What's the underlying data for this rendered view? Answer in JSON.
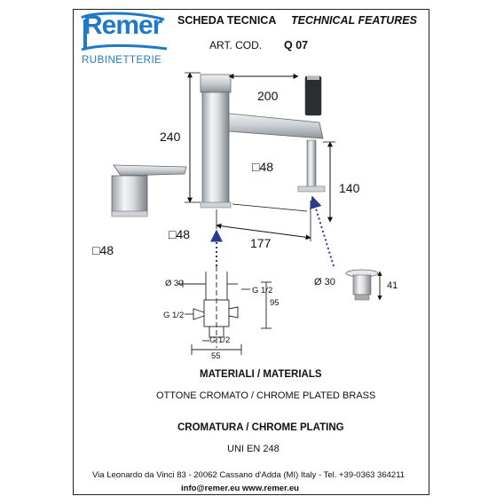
{
  "brand": {
    "name": "Remer",
    "subtitle": "RUBINETTERIE"
  },
  "header": {
    "title_it": "SCHEDA TECNICA",
    "title_en": "TECHNICAL FEATURES",
    "art_label": "ART. COD.",
    "art_code": "Q 07"
  },
  "dimensions": {
    "height": "240",
    "spout_length": "200",
    "spout_height": "140",
    "spacing": "177",
    "sq_spout": "48",
    "sq_body": "48",
    "sq_lever": "48",
    "waste_dia": "Ø 30",
    "waste_h": "41",
    "square_symbol": "□"
  },
  "detail": {
    "dia": "Ø 30",
    "g1": "G 1/2",
    "g2": "G 1/2",
    "g3": "G 1/2",
    "h": "95",
    "w": "55"
  },
  "materials": {
    "title": "MATERIALI / MATERIALS",
    "value": "OTTONE CROMATO / CHROME PLATED BRASS"
  },
  "plating": {
    "title": "CROMATURA / CHROME PLATING",
    "value": "UNI EN 248"
  },
  "footer": {
    "address": "Via Leonardo da Vinci 83 - 20062 Cassano d'Adda (MI) Italy - Tel. +39-0363 364211",
    "contacts": "info@remer.eu  www.remer.eu"
  }
}
